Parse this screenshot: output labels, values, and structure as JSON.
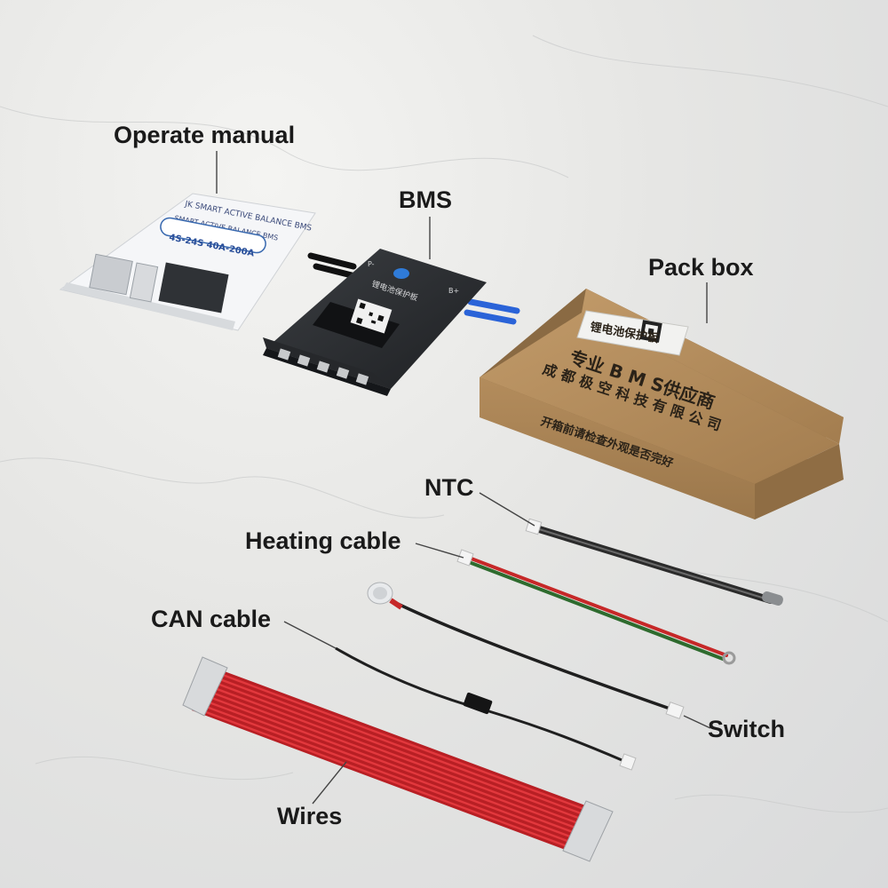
{
  "labels": {
    "manual": "Operate manual",
    "bms": "BMS",
    "pack_box": "Pack box",
    "ntc": "NTC",
    "heating_cable": "Heating cable",
    "can_cable": "CAN cable",
    "switch": "Switch",
    "wires": "Wires"
  },
  "manual": {
    "line1": "JK SMART ACTIVE BALANCE BMS",
    "line2": "SMART ACTIVE BALANCE BMS",
    "line3": "4S-24S 40A-200A"
  },
  "bms_device": {
    "brand": "锂电池保护板",
    "terminal_neg": "P-",
    "terminal_pos": "B+"
  },
  "box": {
    "sticker": "锂电池保护板",
    "line1": "专业 B M S供应商",
    "line2": "成 都 极 空 科 技 有 限 公 司",
    "line3": "开箱前请检查外观是否完好"
  },
  "colors": {
    "wires_red": "#d8262c",
    "box_kraft": "#b08a5a",
    "bms_body": "#2b2d30",
    "blue_cable": "#2a63d8"
  }
}
